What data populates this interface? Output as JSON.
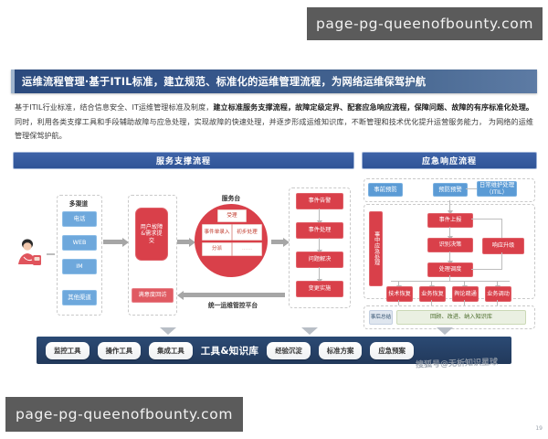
{
  "watermarks": {
    "top": "page-pg-queenofbounty.com",
    "bottom": "page-pg-queenofbounty.com",
    "sohu": "搜狐号@无析知识星球",
    "page_number": "19"
  },
  "header": {
    "title": "运维流程管理·基于ITIL标准，建立规范、标准化的运维管理流程，为网络运维保驾护航",
    "accent_color": "#2f5497"
  },
  "body": {
    "p1_a": "基于ITIL行业标准，结合信息安全、IT运维管理标准及制度，",
    "p1_b": "建立标准服务支撑流程，故障定级定界、配套应急响应流程，保障问题、故障的有序标准化处理。",
    "p1_c": "同时，利用各类支撑工具和手段辅助故障与应急处理，实现故障的快速处理，并逐步形成运维知识库，不断管理和技术优化提升运营服务能力， 为网络的运维管理保驾护航。"
  },
  "left_panel": {
    "title": "服务支撑流程",
    "channel_group_label": "多渠道",
    "channels": [
      "电话",
      "WEB",
      "IM",
      "其他渠道"
    ],
    "intake_box": "用户故障&需求提交",
    "callback_box": "满意度回访",
    "service_desk_label": "服务台",
    "desk_cells": [
      "受理",
      "事件单录入",
      "初步处理",
      "分派",
      "……"
    ],
    "platform_label": "统一运维管控平台",
    "process_steps": [
      "事件告警",
      "事件处理",
      "问题解决",
      "变更实施"
    ]
  },
  "right_panel": {
    "title": "应急响应流程",
    "pre_label": "事前预防",
    "pre_boxes": [
      "预防预警",
      "日常维护处理（ITIL）"
    ],
    "during_label": "事中应急处理",
    "main_steps": [
      "事件上报",
      "识别决策",
      "处理调度"
    ],
    "escalation": "响应升级",
    "recovery": [
      "技术恢复",
      "业务恢复",
      "舆论疏通",
      "业务调动"
    ],
    "post_label": "事后总结",
    "post_box": "回顾、改进、纳入知识库"
  },
  "toolbar": {
    "title": "工具&知识库",
    "left_tools": [
      "监控工具",
      "操作工具",
      "集成工具"
    ],
    "right_tools": [
      "经验沉淀",
      "标准方案",
      "应急预案"
    ]
  }
}
